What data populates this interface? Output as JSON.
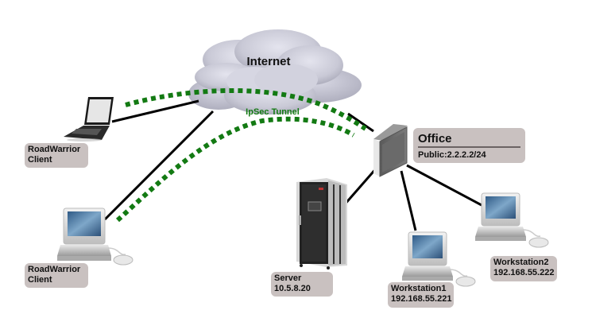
{
  "diagram": {
    "type": "network-topology",
    "colors": {
      "tunnel": "#137a13",
      "link": "#000000",
      "label_bg": "#c9c1c0",
      "cloud": "#c8c8d6"
    },
    "cloud": {
      "label": "Internet",
      "icon": "cloud-icon"
    },
    "tunnel": {
      "label": "IpSec Tunnel"
    },
    "nodes": {
      "office": {
        "title": "Office",
        "subtitle": "Public:2.2.2.2/24",
        "icon": "router-icon"
      },
      "roadwarrior_laptop": {
        "line1": "RoadWarrior",
        "line2": "Client",
        "icon": "laptop-icon"
      },
      "roadwarrior_desktop": {
        "line1": "RoadWarrior",
        "line2": "Client",
        "icon": "desktop-computer-icon"
      },
      "server": {
        "line1": "Server",
        "line2": "10.5.8.20",
        "icon": "server-rack-icon"
      },
      "workstation1": {
        "line1": "Workstation1",
        "line2": "192.168.55.221",
        "icon": "desktop-computer-icon"
      },
      "workstation2": {
        "line1": "Workstation2",
        "line2": "192.168.55.222",
        "icon": "desktop-computer-icon"
      }
    },
    "links": [
      {
        "from": "roadwarrior_laptop",
        "to": "cloud",
        "style": "solid"
      },
      {
        "from": "roadwarrior_desktop",
        "to": "cloud",
        "style": "solid"
      },
      {
        "from": "cloud",
        "to": "office",
        "style": "solid"
      },
      {
        "from": "office",
        "to": "server",
        "style": "solid"
      },
      {
        "from": "office",
        "to": "workstation1",
        "style": "solid"
      },
      {
        "from": "office",
        "to": "workstation2",
        "style": "solid"
      },
      {
        "from": "roadwarrior_laptop",
        "to": "office",
        "style": "dotted",
        "label": "IpSec Tunnel"
      },
      {
        "from": "roadwarrior_desktop",
        "to": "office",
        "style": "dotted",
        "label": "IpSec Tunnel"
      }
    ]
  }
}
